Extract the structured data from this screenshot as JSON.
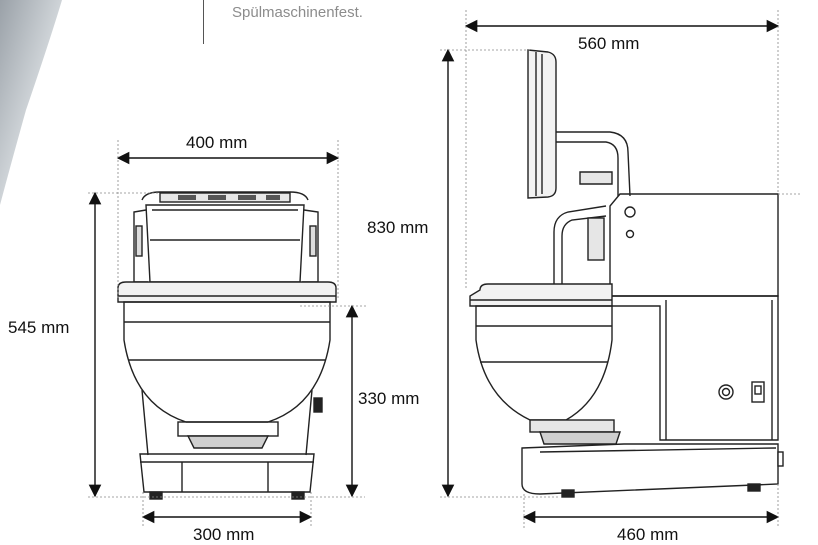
{
  "caption": "Spülmaschinenfest.",
  "front_view": {
    "width_top": "400 mm",
    "height_total": "545 mm",
    "height_bowl": "330 mm",
    "width_base": "300 mm"
  },
  "side_view": {
    "width_top": "560 mm",
    "height_total": "830 mm",
    "width_base": "460 mm"
  }
}
